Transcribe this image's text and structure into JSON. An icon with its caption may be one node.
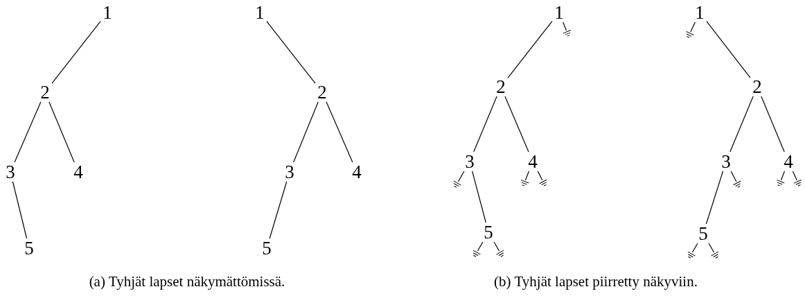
{
  "diagram": {
    "nodes": [
      {
        "text": [
          "1"
        ]
      },
      {
        "text": [
          "2"
        ]
      },
      {
        "text": [
          "3"
        ]
      },
      {
        "text": [
          "4"
        ]
      },
      {
        "text": [
          "5"
        ]
      },
      {
        "text": [
          "1"
        ]
      },
      {
        "text": [
          "2"
        ]
      },
      {
        "text": [
          "3"
        ]
      },
      {
        "text": [
          "4"
        ]
      },
      {
        "text": [
          "5"
        ]
      },
      {
        "text": [
          "1"
        ]
      },
      {
        "text": [
          "2"
        ]
      },
      {
        "text": [
          "3"
        ]
      },
      {
        "text": [
          "4"
        ]
      },
      {
        "text": [
          "5"
        ]
      },
      {
        "text": [],
        "shape": "ground"
      },
      {
        "text": [],
        "shape": "ground"
      },
      {
        "text": [],
        "shape": "ground"
      },
      {
        "text": [],
        "shape": "ground"
      },
      {
        "text": [],
        "shape": "ground"
      },
      {
        "text": [],
        "shape": "ground"
      },
      {
        "text": [
          "1"
        ]
      },
      {
        "text": [
          "2"
        ]
      },
      {
        "text": [
          "3"
        ]
      },
      {
        "text": [
          "4"
        ]
      },
      {
        "text": [
          "5"
        ]
      },
      {
        "text": [],
        "shape": "ground"
      },
      {
        "text": [],
        "shape": "ground"
      },
      {
        "text": [],
        "shape": "ground"
      },
      {
        "text": [],
        "shape": "ground"
      },
      {
        "text": [],
        "shape": "ground"
      },
      {
        "text": [],
        "shape": "ground"
      }
    ],
    "edges": [
      {
        "from": 0,
        "to": 1,
        "arrow": "none"
      },
      {
        "from": 1,
        "to": 2,
        "arrow": "none"
      },
      {
        "from": 1,
        "to": 3,
        "arrow": "none"
      },
      {
        "from": 2,
        "to": 4,
        "arrow": "none"
      },
      {
        "from": 5,
        "to": 6,
        "arrow": "none"
      },
      {
        "from": 6,
        "to": 7,
        "arrow": "none"
      },
      {
        "from": 6,
        "to": 8,
        "arrow": "none"
      },
      {
        "from": 7,
        "to": 9,
        "arrow": "none"
      },
      {
        "from": 10,
        "to": 11,
        "arrow": "none"
      },
      {
        "from": 10,
        "to": 15,
        "arrow": "none"
      },
      {
        "from": 11,
        "to": 12,
        "arrow": "none"
      },
      {
        "from": 11,
        "to": 13,
        "arrow": "none"
      },
      {
        "from": 12,
        "to": 16,
        "arrow": "none"
      },
      {
        "from": 12,
        "to": 14,
        "arrow": "none"
      },
      {
        "from": 13,
        "to": 17,
        "arrow": "none"
      },
      {
        "from": 13,
        "to": 18,
        "arrow": "none"
      },
      {
        "from": 14,
        "to": 19,
        "arrow": "none"
      },
      {
        "from": 14,
        "to": 20,
        "arrow": "none"
      },
      {
        "from": 21,
        "to": 26,
        "arrow": "none"
      },
      {
        "from": 21,
        "to": 22,
        "arrow": "none"
      },
      {
        "from": 22,
        "to": 23,
        "arrow": "none"
      },
      {
        "from": 22,
        "to": 24,
        "arrow": "none"
      },
      {
        "from": 23,
        "to": 25,
        "arrow": "none"
      },
      {
        "from": 23,
        "to": 27,
        "arrow": "none"
      },
      {
        "from": 24,
        "to": 28,
        "arrow": "none"
      },
      {
        "from": 24,
        "to": 29,
        "arrow": "none"
      },
      {
        "from": 25,
        "to": 30,
        "arrow": "none"
      },
      {
        "from": 25,
        "to": 31,
        "arrow": "none"
      }
    ],
    "labels": [
      "(a) Tyhjät lapset näkymättömissä.",
      "(b) Tyhjät lapset piirretty näkyviin."
    ]
  }
}
